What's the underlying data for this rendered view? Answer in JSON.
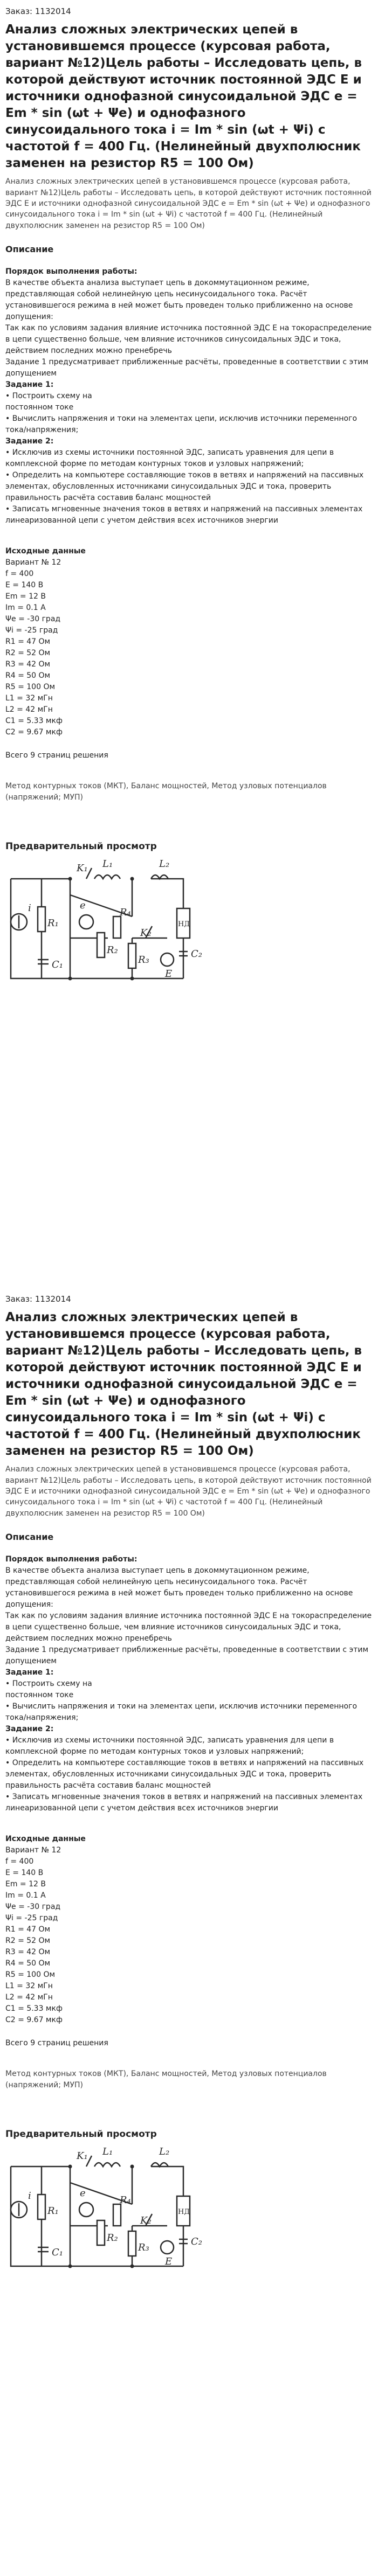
{
  "order_label": "Заказ: 1132014",
  "title": "Анализ сложных электрических цепей в установившемся процессе (курсовая работа, вариант №12)Цель работы – Исследовать цепь, в которой действуют источник постоянной ЭДС E и источники однофазной синусоидальной ЭДС e = Em * sin (ωt + Ψe) и однофазного синусоидального тока i = Im * sin (ωt + Ψi) с частотой f = 400 Гц. (Нелинейный двухполюсник заменен на резистор R5 = 100 Ом)",
  "intro": "Анализ сложных электрических цепей в установившемся процессе (курсовая работа, вариант №12)Цель работы – Исследовать цепь, в которой действуют источник постоянной ЭДС E и источники однофазной синусоидальной ЭДС e = Em * sin (ωt + Ψe) и однофазного синусоидального тока i = Im * sin (ωt + Ψi) с частотой f = 400 Гц. (Нелинейный двухполюсник заменен на резистор R5 = 100 Ом)",
  "description_heading": "Описание",
  "procedure_heading": "Порядок выполнения работы:",
  "procedure_lines": [
    "В качестве объекта анализа выступает цепь в докоммутационном режиме, представляющая собой нелинейную цепь несинусоидального тока. Расчёт установившегося режима в ней может быть проведен только приближенно на основе допущения:",
    "Так как по условиям задания влияние источника постоянной ЭДС E на токораспределение в цепи существенно больше, чем влияние источников синусоидальных ЭДС и тока, действием последних можно пренебречь",
    "Задание 1 предусматривает приближенные расчёты, проведенные в соответствии с этим допущением"
  ],
  "task1_heading": "Задание 1:",
  "task1_lines": [
    "• Построить схему на",
    "постоянном токе",
    "• Вычислить напряжения и токи на элементах цепи, исключив источники переменного тока/напряжения;"
  ],
  "task2_heading": "Задание 2:",
  "task2_lines": [
    "• Исключив из схемы источники постоянной ЭДС, записать уравнения для цепи в комплексной форме по методам контурных токов и узловых напряжений;",
    "• Определить на компьютере составляющие токов в ветвях и напряжений на пассивных элементах, обусловленных источниками синусоидальных ЭДС и тока, проверить правильность расчёта составив баланс мощностей",
    "• Записать мгновенные значения токов в ветвях и напряжений на пассивных элементах линеаризованной цепи с учетом действия всех источников энергии"
  ],
  "data_heading": "Исходные данные",
  "data_lines": [
    "Вариант № 12",
    "f = 400",
    "E = 140 В",
    "Em = 12 В",
    "Im = 0.1 А",
    "Ψe = -30 град",
    "Ψi = -25 град",
    "R1 = 47 Ом",
    "R2 = 52 Ом",
    "R3 = 42 Ом",
    "R4 = 50 Ом",
    "R5 = 100 Ом",
    "L1 = 32 мГн",
    "L2 = 42 мГн",
    "C1 = 5.33 мкф",
    "C2 = 9.67 мкф"
  ],
  "pages_note": "Всего 9 страниц решения",
  "methods": "Метод контурных токов (МКТ), Баланс мощностей, Метод узловых потенциалов (напряжений; МУП)",
  "preview_title": "Предварительный просмотр",
  "circuit_labels": {
    "l1": "L₁",
    "l2": "L₂",
    "k1": "K₁",
    "k2": "K₂",
    "hd": "НД",
    "r1": "R₁",
    "r2": "R₂",
    "r3": "R₃",
    "r4": "R₄",
    "c1": "C₁",
    "c2": "C₂",
    "e": "e",
    "e_dc": "E",
    "i": "i"
  },
  "colors": {
    "text": "#222222",
    "muted": "#444444",
    "line": "#2a2a2a"
  }
}
